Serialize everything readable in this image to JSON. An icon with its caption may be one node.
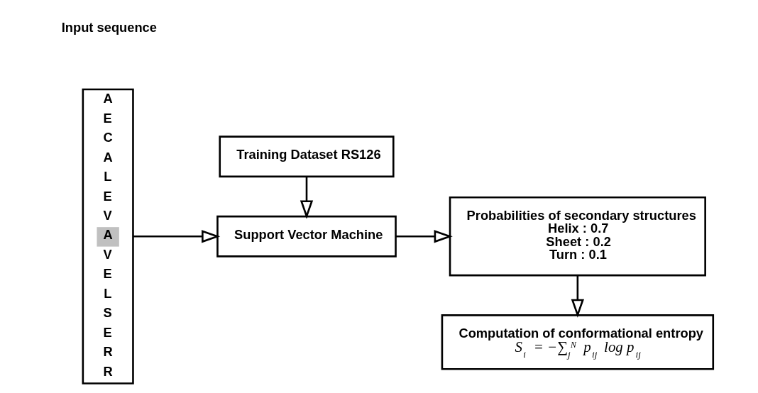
{
  "diagram": {
    "nodes": [
      {
        "text": [
          "A",
          "E",
          "C",
          "A",
          "L",
          "E",
          "V",
          "A",
          "V",
          "E",
          "L",
          "S",
          "E",
          "R",
          "R"
        ]
      },
      {
        "text": [
          "Support Vector Machine"
        ]
      },
      {
        "text": [
          "Probabilities of secondary structures",
          "Helix : 0.7",
          "Sheet : 0.2",
          "Turn : 0.1"
        ]
      },
      {
        "text": [
          "Training Dataset RS126"
        ]
      },
      {
        "text": [
          "Computation of conformational entropy",
          "S$_{i}$ = −∑$_{j}$$^{N}$ p$_{ij}$ log p$_{ij}$"
        ]
      }
    ],
    "edges": [
      {
        "from": 0,
        "to": 1,
        "arrow": "to"
      },
      {
        "from": 1,
        "to": 2,
        "arrow": "to"
      },
      {
        "from": 3,
        "to": 1,
        "arrow": "to"
      },
      {
        "from": 2,
        "to": 4,
        "arrow": "to"
      }
    ],
    "labels": [
      "Input sequence"
    ]
  }
}
